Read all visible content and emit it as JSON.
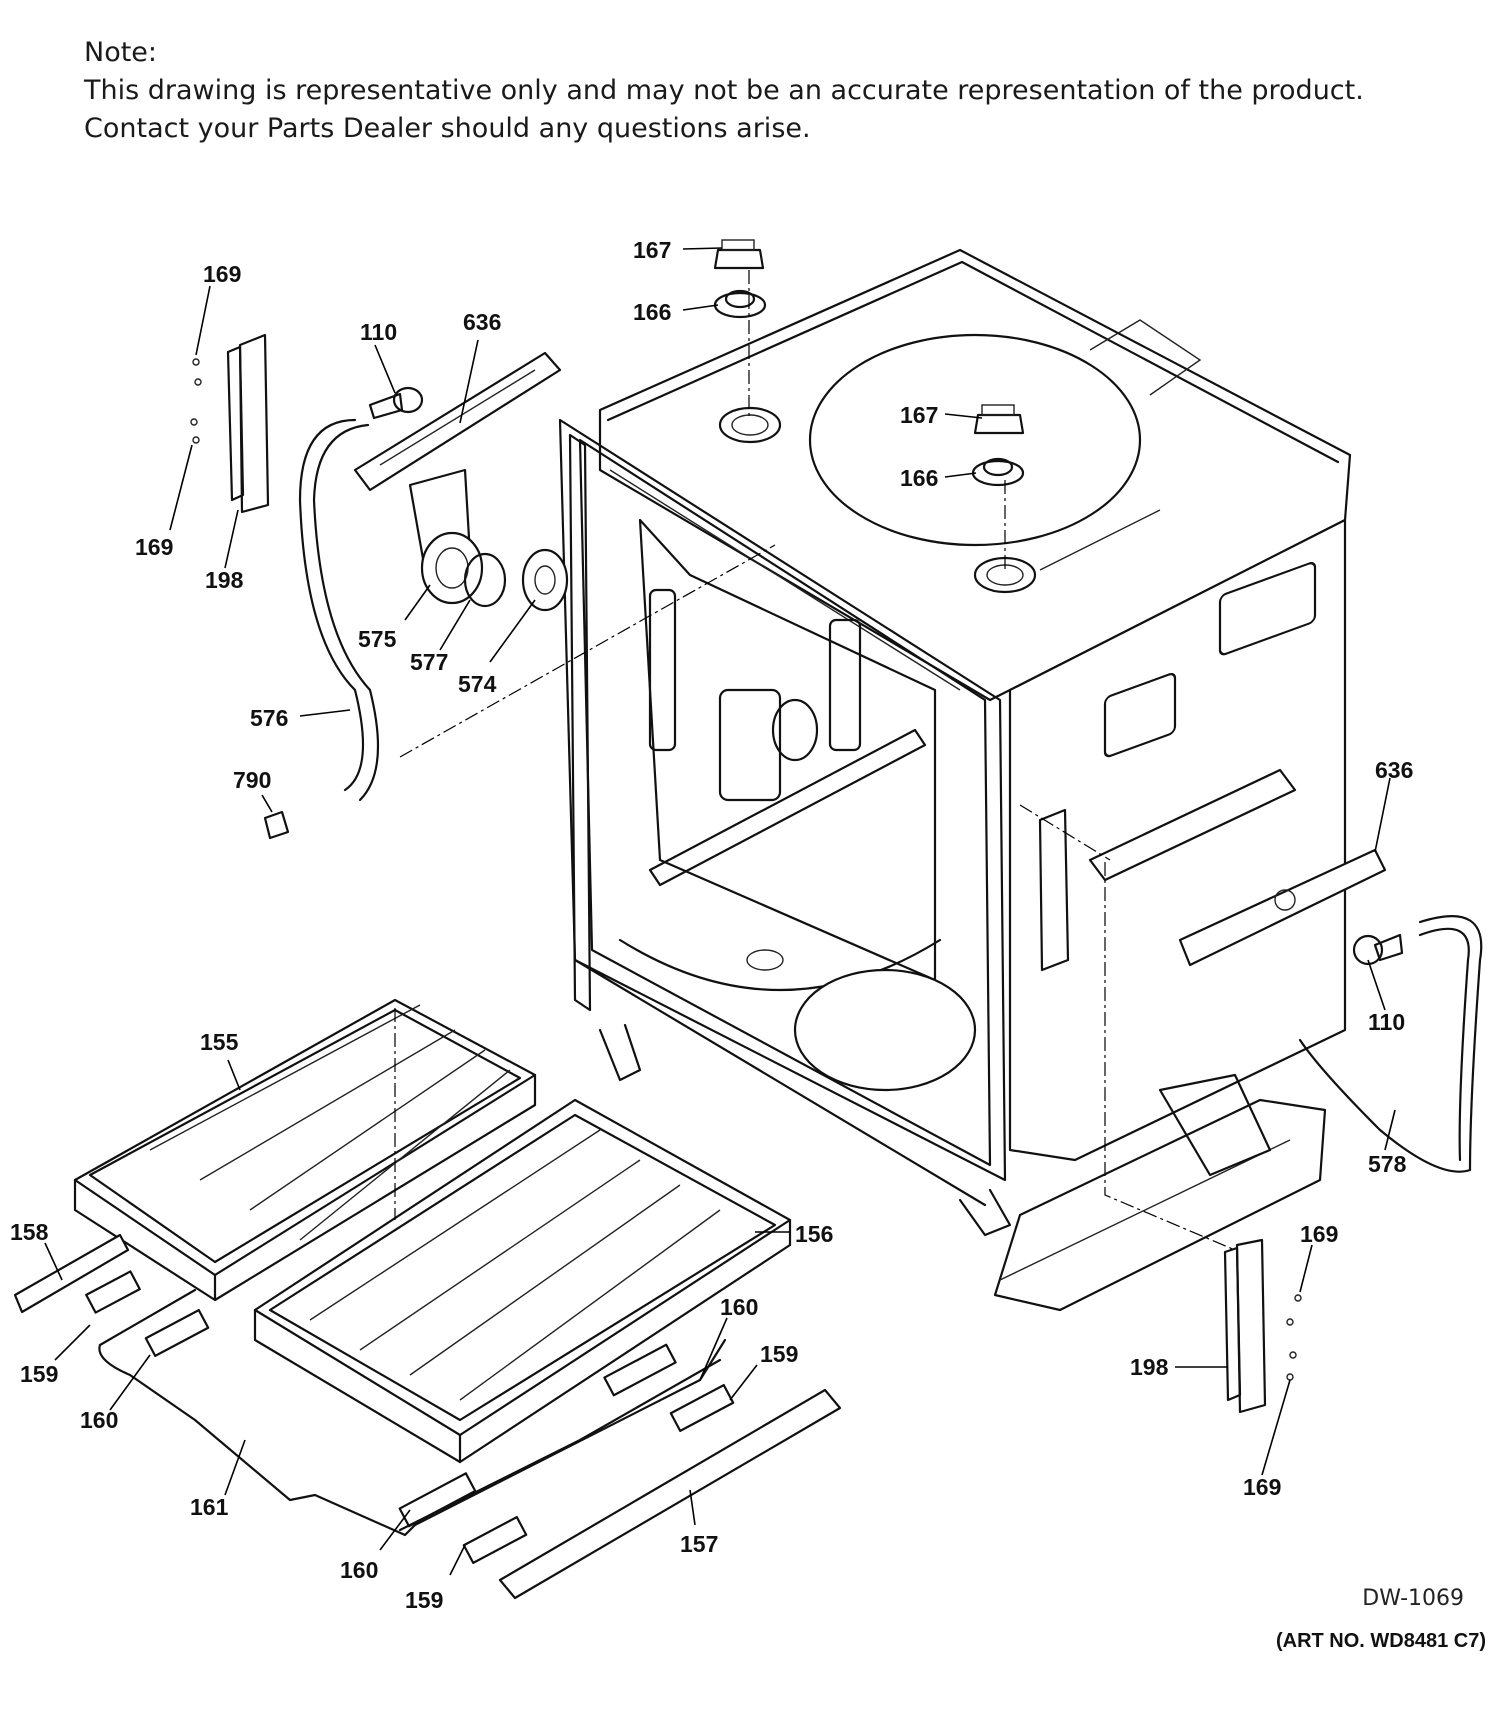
{
  "note": {
    "heading": "Note:",
    "line1": "This drawing is representative only and may not be an accurate representation of the product.",
    "line2": "Contact your Parts Dealer should any questions arise."
  },
  "callouts": {
    "c169a": "169",
    "c169b": "169",
    "c198a": "198",
    "c110a": "110",
    "c636a": "636",
    "c167a": "167",
    "c166a": "166",
    "c167b": "167",
    "c166b": "166",
    "c575": "575",
    "c577": "577",
    "c574": "574",
    "c576": "576",
    "c790": "790",
    "c636b": "636",
    "c110b": "110",
    "c578": "578",
    "c155": "155",
    "c156": "156",
    "c158": "158",
    "c159a": "159",
    "c160a": "160",
    "c161": "161",
    "c160b": "160",
    "c159b": "159",
    "c160c": "160",
    "c159c": "159",
    "c157": "157",
    "c169c": "169",
    "c198b": "198",
    "c169d": "169"
  },
  "footer": {
    "drawing_number": "DW-1069",
    "art_number": "(ART NO. WD8481 C7)"
  }
}
